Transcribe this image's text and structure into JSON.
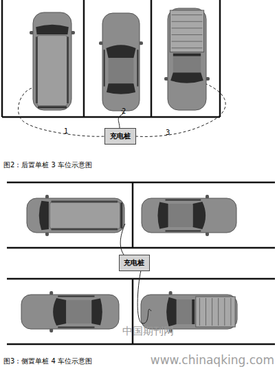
{
  "diagram": {
    "nodes": [
      {
        "text": [
          "充电桩"
        ]
      },
      {
        "text": [
          "充电桩"
        ]
      }
    ],
    "labels": [
      "1",
      "2",
      "3",
      "图2：后置单桩 3 车位示意图",
      "图3：侧置单桩 4 车位示意图",
      "中国期刊网",
      "www.chinaqking.com"
    ]
  }
}
